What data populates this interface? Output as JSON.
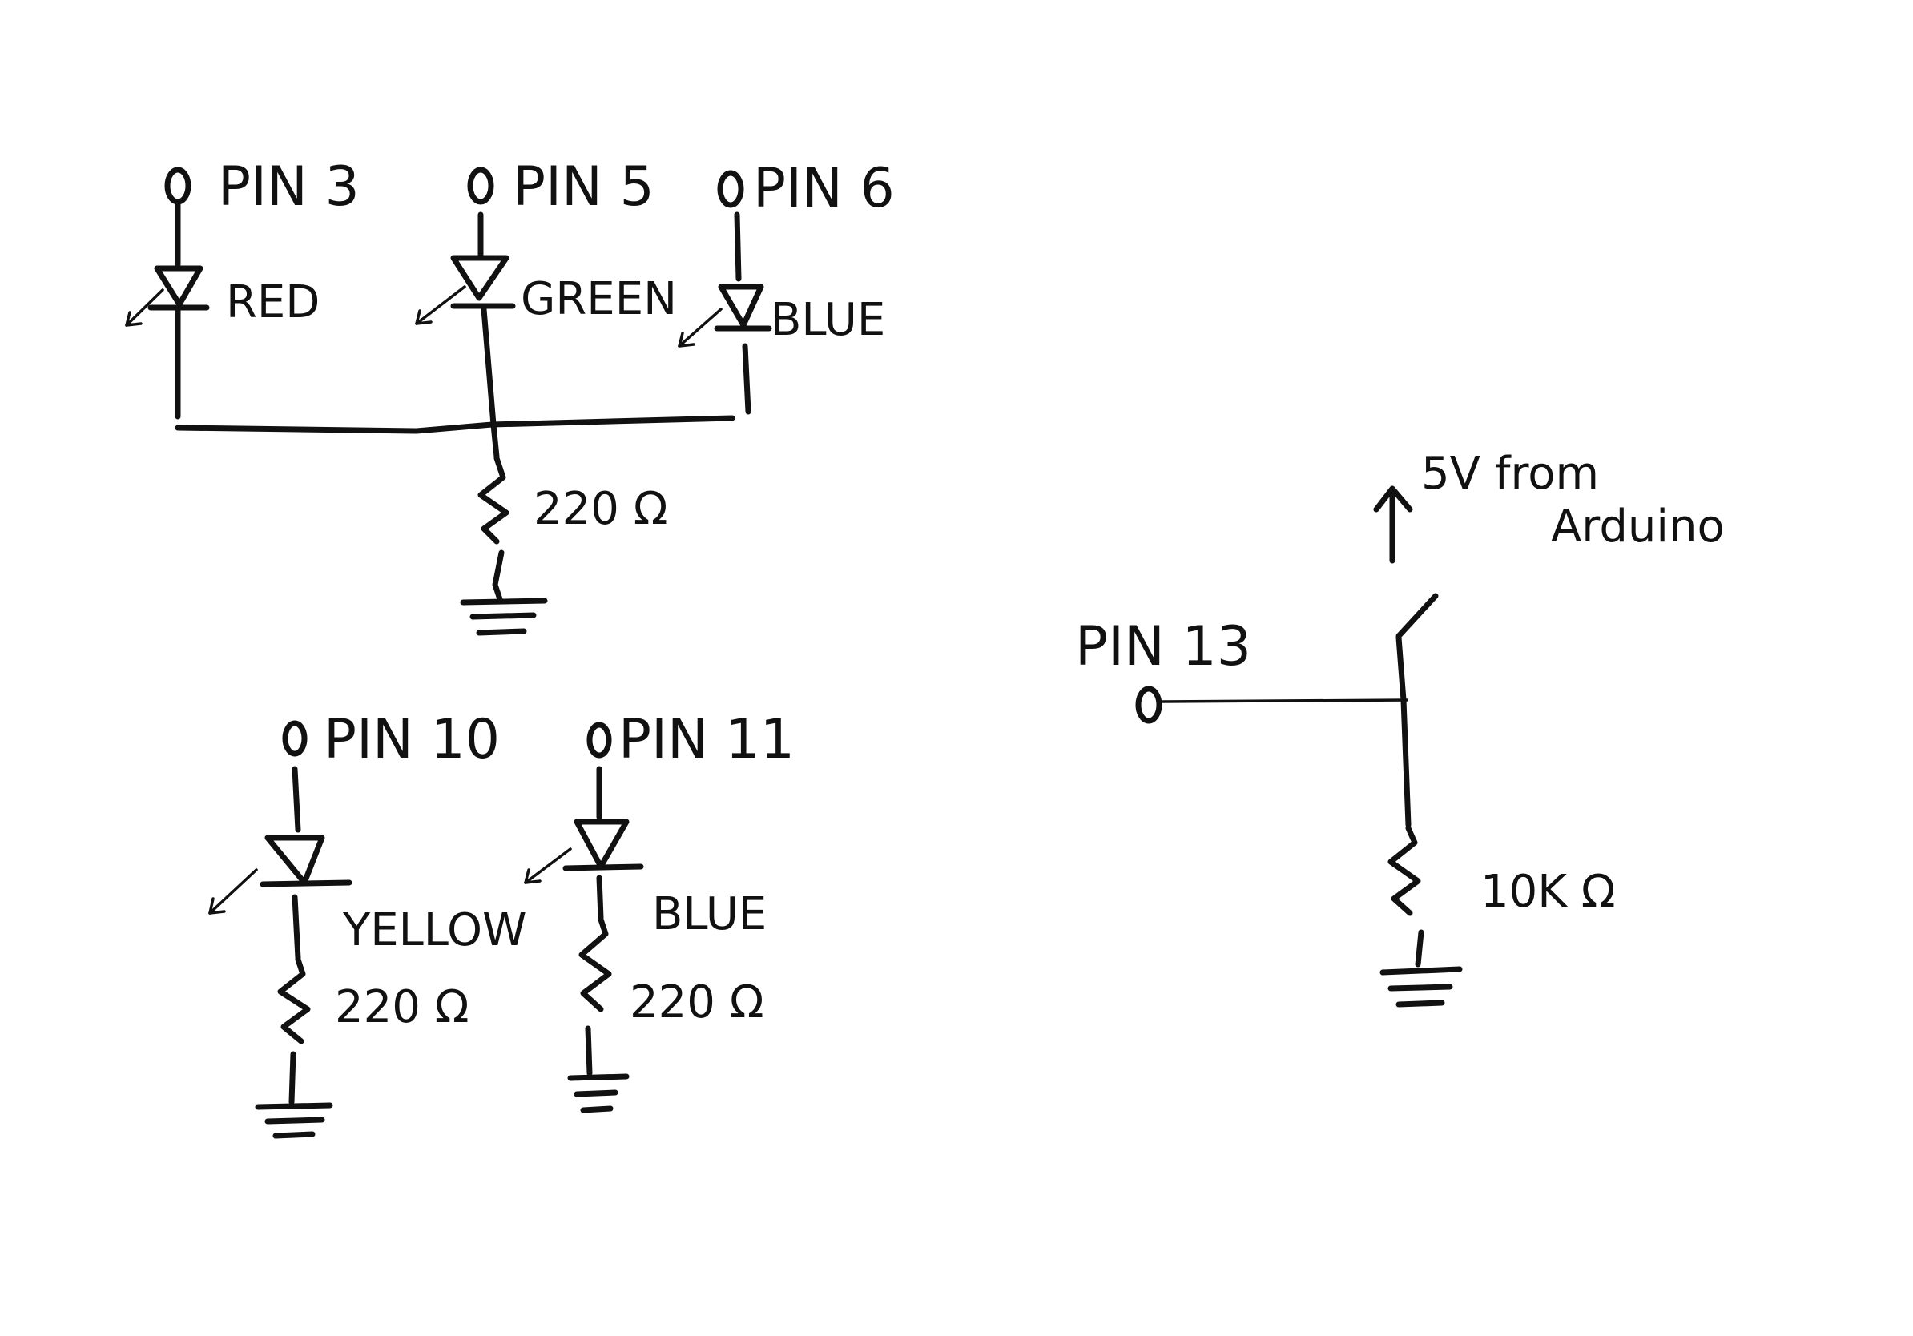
{
  "colors": {
    "ink": "#111111",
    "paper": "#ffffff"
  },
  "circuit_a": {
    "pins": [
      {
        "label": "PIN 3"
      },
      {
        "label": "PIN 5"
      },
      {
        "label": "PIN 6"
      }
    ],
    "leds": [
      {
        "label": "RED"
      },
      {
        "label": "GREEN"
      },
      {
        "label": "BLUE"
      }
    ],
    "resistor": {
      "label": "220 Ω"
    }
  },
  "circuit_b": {
    "pins": [
      {
        "label": "PIN 10"
      },
      {
        "label": "PIN 11"
      }
    ],
    "leds": [
      {
        "label": "YELLOW"
      },
      {
        "label": "BLUE"
      }
    ],
    "resistors": [
      {
        "label": "220 Ω"
      },
      {
        "label": "220 Ω"
      }
    ]
  },
  "circuit_c": {
    "pin": {
      "label": "PIN 13"
    },
    "supply": {
      "label_line1": "5V from",
      "label_line2": "Arduino"
    },
    "resistor": {
      "label": "10K Ω"
    }
  }
}
